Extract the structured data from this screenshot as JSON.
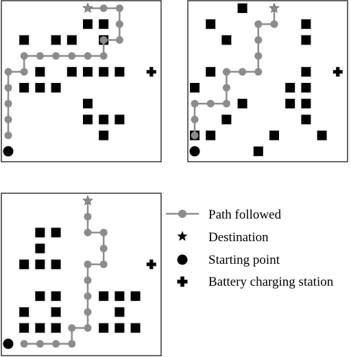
{
  "legend": {
    "path_label": "Path followed",
    "destination_label": "Destination",
    "start_label": "Starting point",
    "charging_label": "Battery charging station"
  },
  "colors": {
    "path": "#8c8c8c",
    "obstacle": "#000000",
    "border": "#000000",
    "background": "#ffffff"
  },
  "icons": {
    "path": "circle-line-icon",
    "destination": "star-icon",
    "start": "filled-circle-icon",
    "charging": "plus-icon",
    "obstacle": "square-icon"
  },
  "panels": [
    {
      "name": "top-left",
      "destination": [
        5,
        0
      ],
      "start": [
        0,
        9
      ],
      "charging": [
        9,
        4
      ],
      "obstacles": [
        [
          5,
          1
        ],
        [
          6,
          1
        ],
        [
          1,
          2
        ],
        [
          3,
          2
        ],
        [
          4,
          2
        ],
        [
          6,
          2
        ],
        [
          2,
          4
        ],
        [
          4,
          4
        ],
        [
          5,
          4
        ],
        [
          6,
          4
        ],
        [
          7,
          4
        ],
        [
          1,
          5
        ],
        [
          2,
          5
        ],
        [
          3,
          5
        ],
        [
          5,
          6
        ],
        [
          5,
          7
        ],
        [
          6,
          7
        ],
        [
          7,
          7
        ],
        [
          6,
          8
        ]
      ],
      "path": [
        [
          5,
          0
        ],
        [
          6,
          0
        ],
        [
          7,
          0
        ],
        [
          7,
          1
        ],
        [
          7,
          2
        ],
        [
          6,
          2
        ],
        [
          6,
          3
        ],
        [
          5,
          3
        ],
        [
          4,
          3
        ],
        [
          3,
          3
        ],
        [
          2,
          3
        ],
        [
          1,
          3
        ],
        [
          1,
          4
        ],
        [
          0,
          4
        ],
        [
          0,
          5
        ],
        [
          0,
          6
        ],
        [
          0,
          7
        ],
        [
          0,
          8
        ]
      ]
    },
    {
      "name": "top-right",
      "destination": [
        5,
        0
      ],
      "start": [
        0,
        9
      ],
      "charging": [
        9,
        4
      ],
      "obstacles": [
        [
          3,
          0
        ],
        [
          1,
          1
        ],
        [
          7,
          1
        ],
        [
          2,
          2
        ],
        [
          7,
          2
        ],
        [
          1,
          4
        ],
        [
          7,
          4
        ],
        [
          0,
          5
        ],
        [
          6,
          5
        ],
        [
          7,
          5
        ],
        [
          3,
          6
        ],
        [
          6,
          6
        ],
        [
          7,
          6
        ],
        [
          2,
          7
        ],
        [
          7,
          7
        ],
        [
          0,
          8
        ],
        [
          1,
          8
        ],
        [
          5,
          8
        ],
        [
          8,
          8
        ],
        [
          4,
          9
        ]
      ],
      "path": [
        [
          5,
          0
        ],
        [
          5,
          1
        ],
        [
          4,
          1
        ],
        [
          4,
          2
        ],
        [
          4,
          3
        ],
        [
          4,
          4
        ],
        [
          3,
          4
        ],
        [
          2,
          4
        ],
        [
          2,
          5
        ],
        [
          2,
          6
        ],
        [
          1,
          6
        ],
        [
          0,
          6
        ],
        [
          0,
          7
        ],
        [
          0,
          8
        ]
      ]
    },
    {
      "name": "bottom",
      "destination": [
        5,
        0
      ],
      "start": [
        0,
        9
      ],
      "charging": [
        9,
        4
      ],
      "obstacles": [
        [
          2,
          2
        ],
        [
          3,
          2
        ],
        [
          2,
          3
        ],
        [
          1,
          4
        ],
        [
          2,
          4
        ],
        [
          3,
          4
        ],
        [
          2,
          6
        ],
        [
          3,
          6
        ],
        [
          6,
          6
        ],
        [
          7,
          6
        ],
        [
          8,
          6
        ],
        [
          1,
          7
        ],
        [
          3,
          7
        ],
        [
          7,
          7
        ],
        [
          1,
          8
        ],
        [
          2,
          8
        ],
        [
          3,
          8
        ],
        [
          6,
          8
        ],
        [
          7,
          8
        ],
        [
          8,
          8
        ]
      ],
      "path": [
        [
          5,
          0
        ],
        [
          5,
          1
        ],
        [
          5,
          2
        ],
        [
          6,
          2
        ],
        [
          6,
          3
        ],
        [
          6,
          4
        ],
        [
          5,
          4
        ],
        [
          5,
          5
        ],
        [
          5,
          6
        ],
        [
          5,
          7
        ],
        [
          5,
          8
        ],
        [
          4,
          8
        ],
        [
          4,
          9
        ],
        [
          3,
          9
        ],
        [
          2,
          9
        ],
        [
          1,
          9
        ]
      ]
    }
  ]
}
